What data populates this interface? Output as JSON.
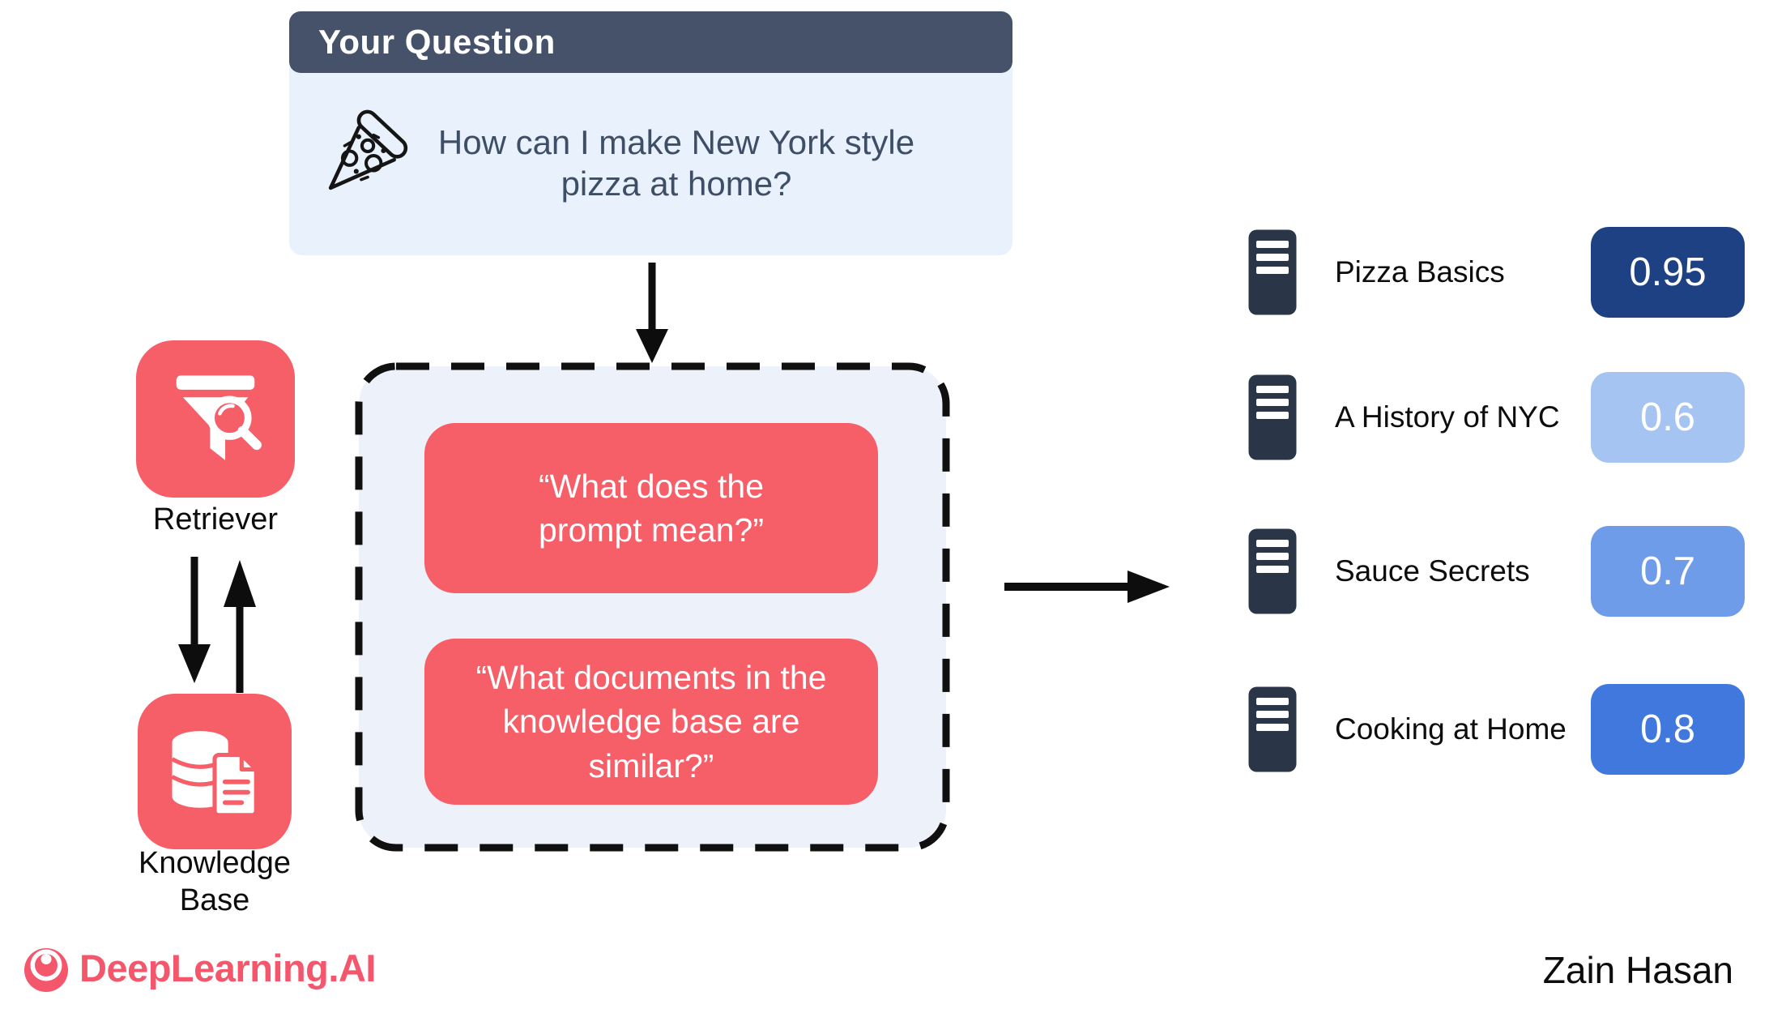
{
  "colors": {
    "accent_red": "#f65e68",
    "header_slate": "#45526a",
    "question_body_bg": "#e9f2fc",
    "prompt_box_bg": "#edf1f9",
    "doc_icon_dark": "#2a3547",
    "logo_red": "#f4566b"
  },
  "question_card": {
    "header_label": "Your Question",
    "question_text": "How can I make New York style pizza at home?",
    "icon": "pizza-slice-icon"
  },
  "retriever": {
    "label": "Retriever",
    "icon": "funnel-search-icon"
  },
  "knowledge_base": {
    "label": "Knowledge Base",
    "icon": "database-documents-icon"
  },
  "prompt_box": {
    "bubble1": "“What does the prompt mean?”",
    "bubble2": "“What documents in the knowledge base are similar?”"
  },
  "results": [
    {
      "title": "Pizza Basics",
      "score": "0.95",
      "score_color": "#1d4183",
      "icon": "document-icon"
    },
    {
      "title": "A History of NYC",
      "score": "0.6",
      "score_color": "#a6c4f2",
      "icon": "document-icon"
    },
    {
      "title": "Sauce Secrets",
      "score": "0.7",
      "score_color": "#6f9ce9",
      "icon": "document-icon"
    },
    {
      "title": "Cooking at Home",
      "score": "0.8",
      "score_color": "#4078de",
      "icon": "document-icon"
    }
  ],
  "footer": {
    "logo_text": "DeepLearning.AI",
    "author": "Zain Hasan"
  }
}
